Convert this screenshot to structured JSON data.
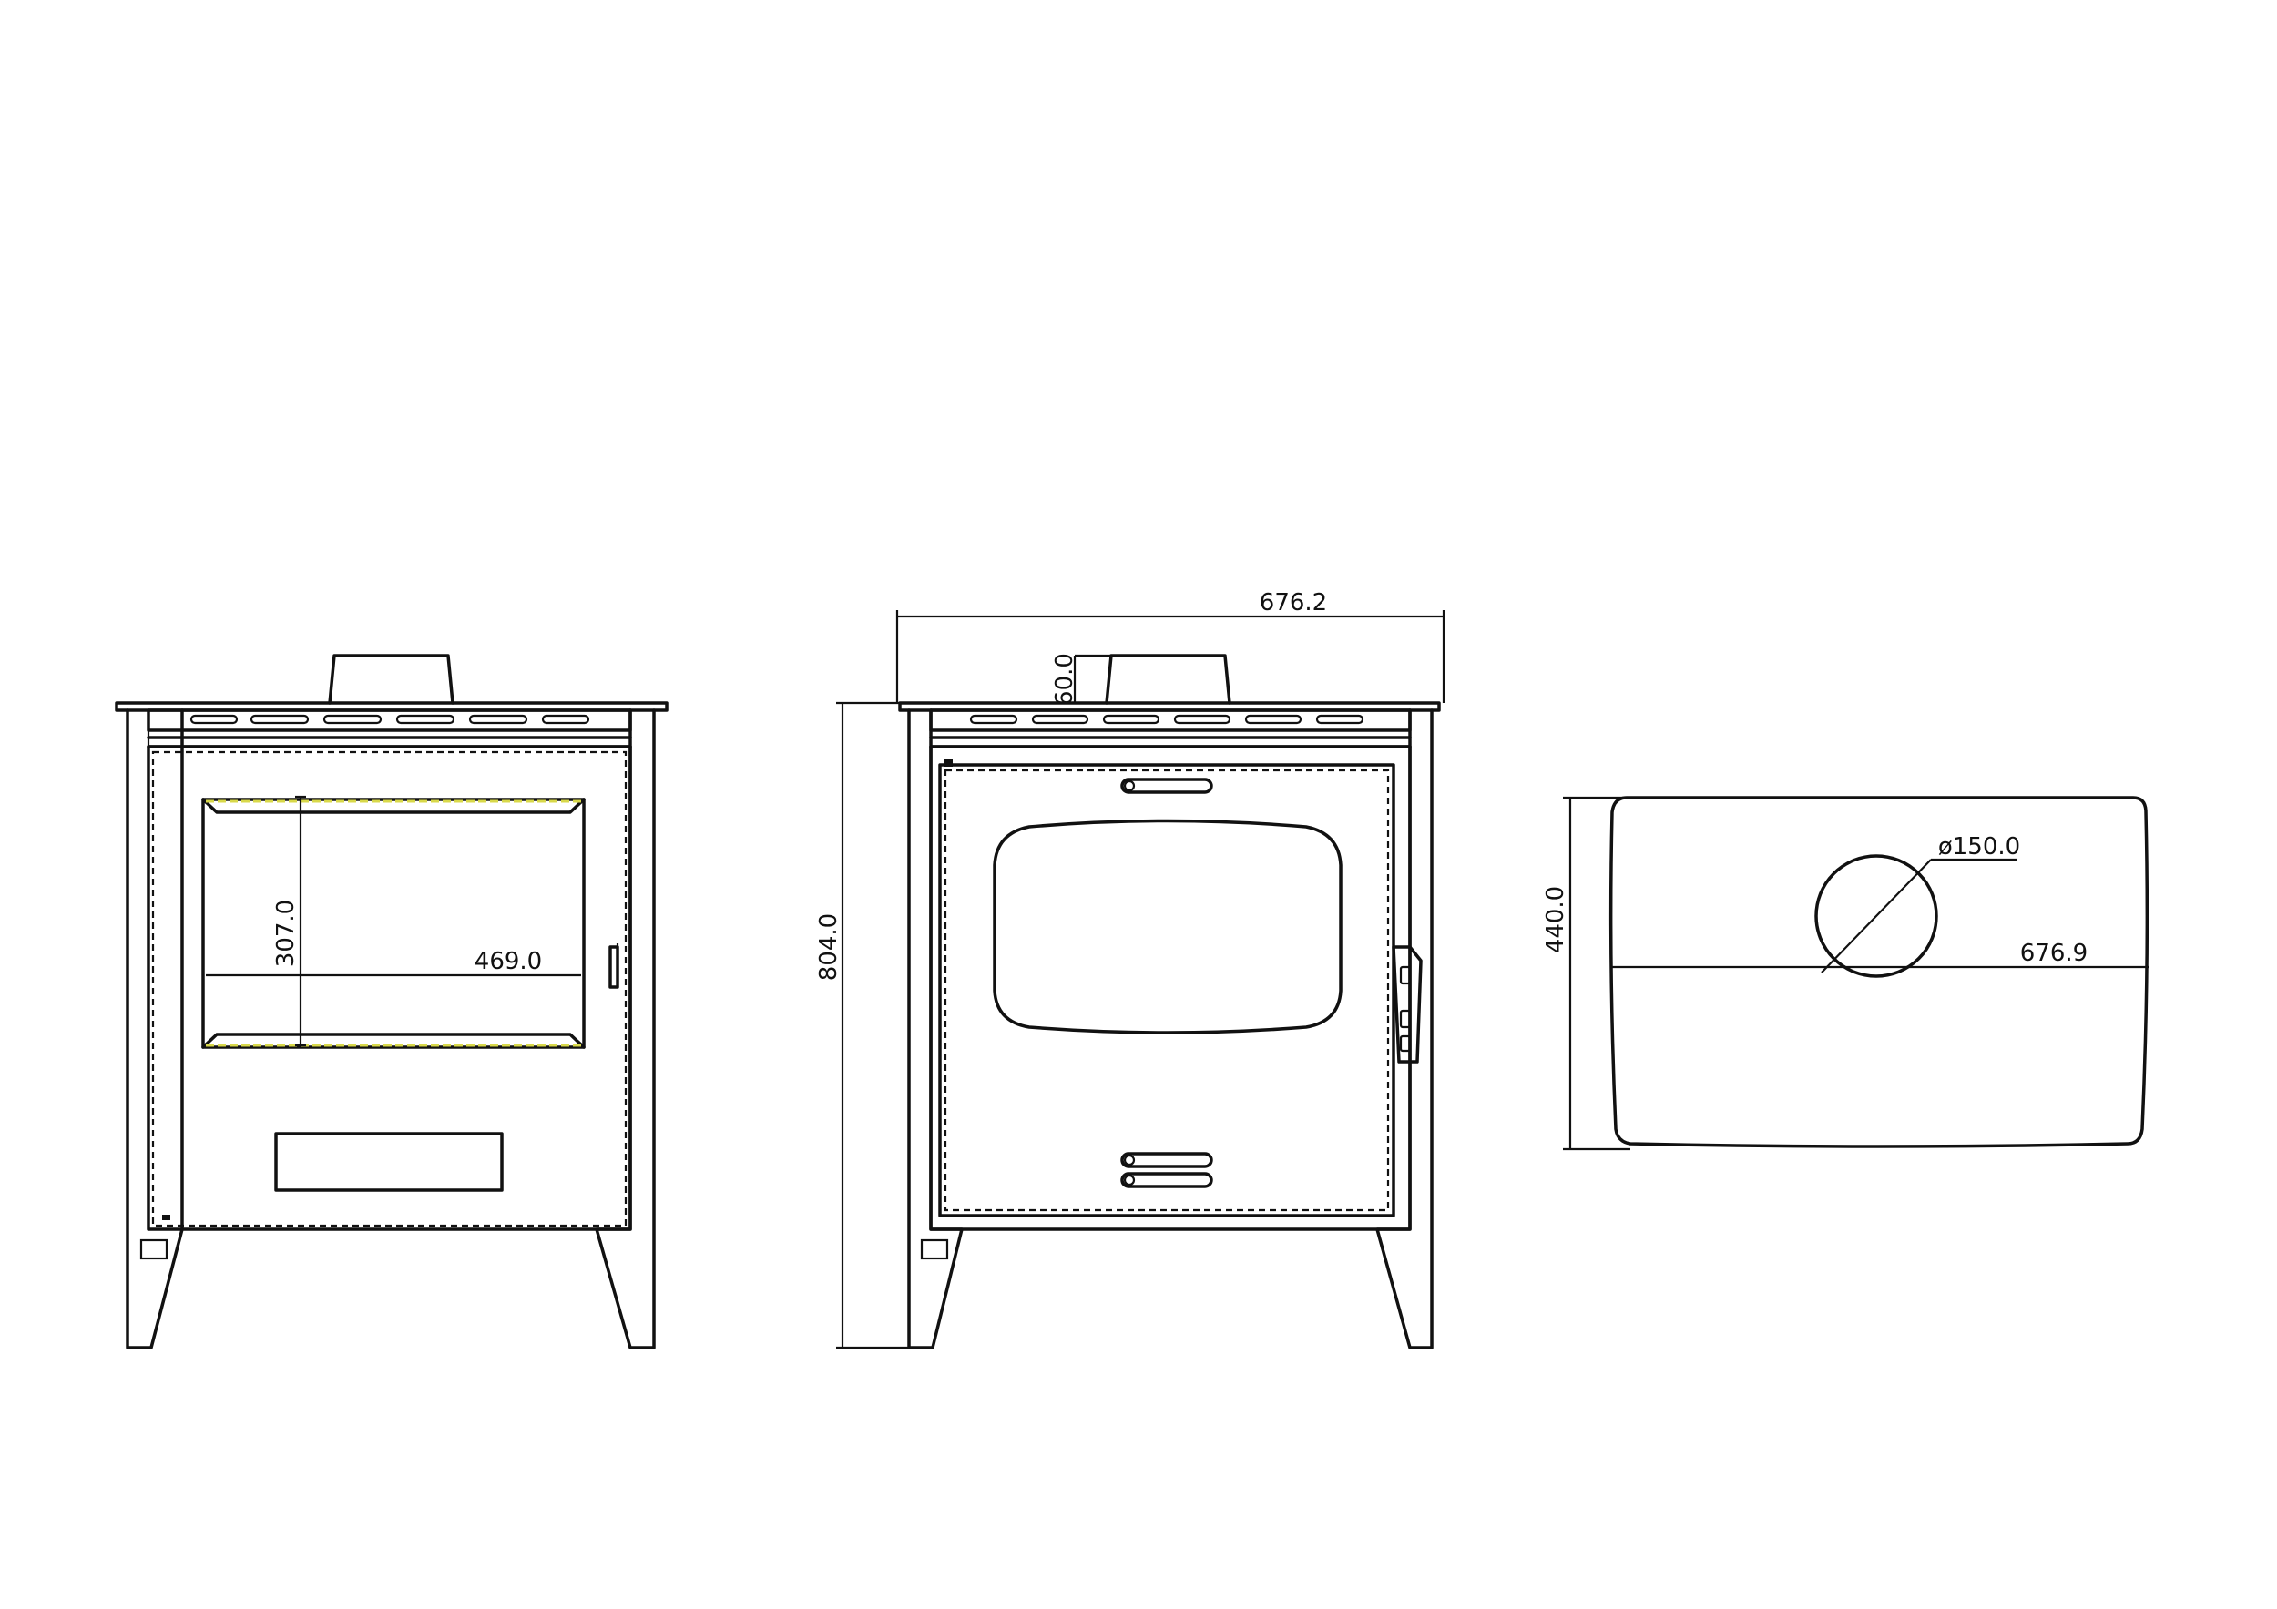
{
  "colors": {
    "line": "#111111",
    "highlight": "#d8d84a",
    "background": "#ffffff"
  },
  "dimensions": {
    "glass_height": "307.0",
    "glass_width": "469.0",
    "overall_width": "676.2",
    "flue_height": "60.0",
    "overall_height": "804.0",
    "flue_diameter": "ø150.0",
    "top_width": "676.9",
    "depth": "440.0"
  }
}
